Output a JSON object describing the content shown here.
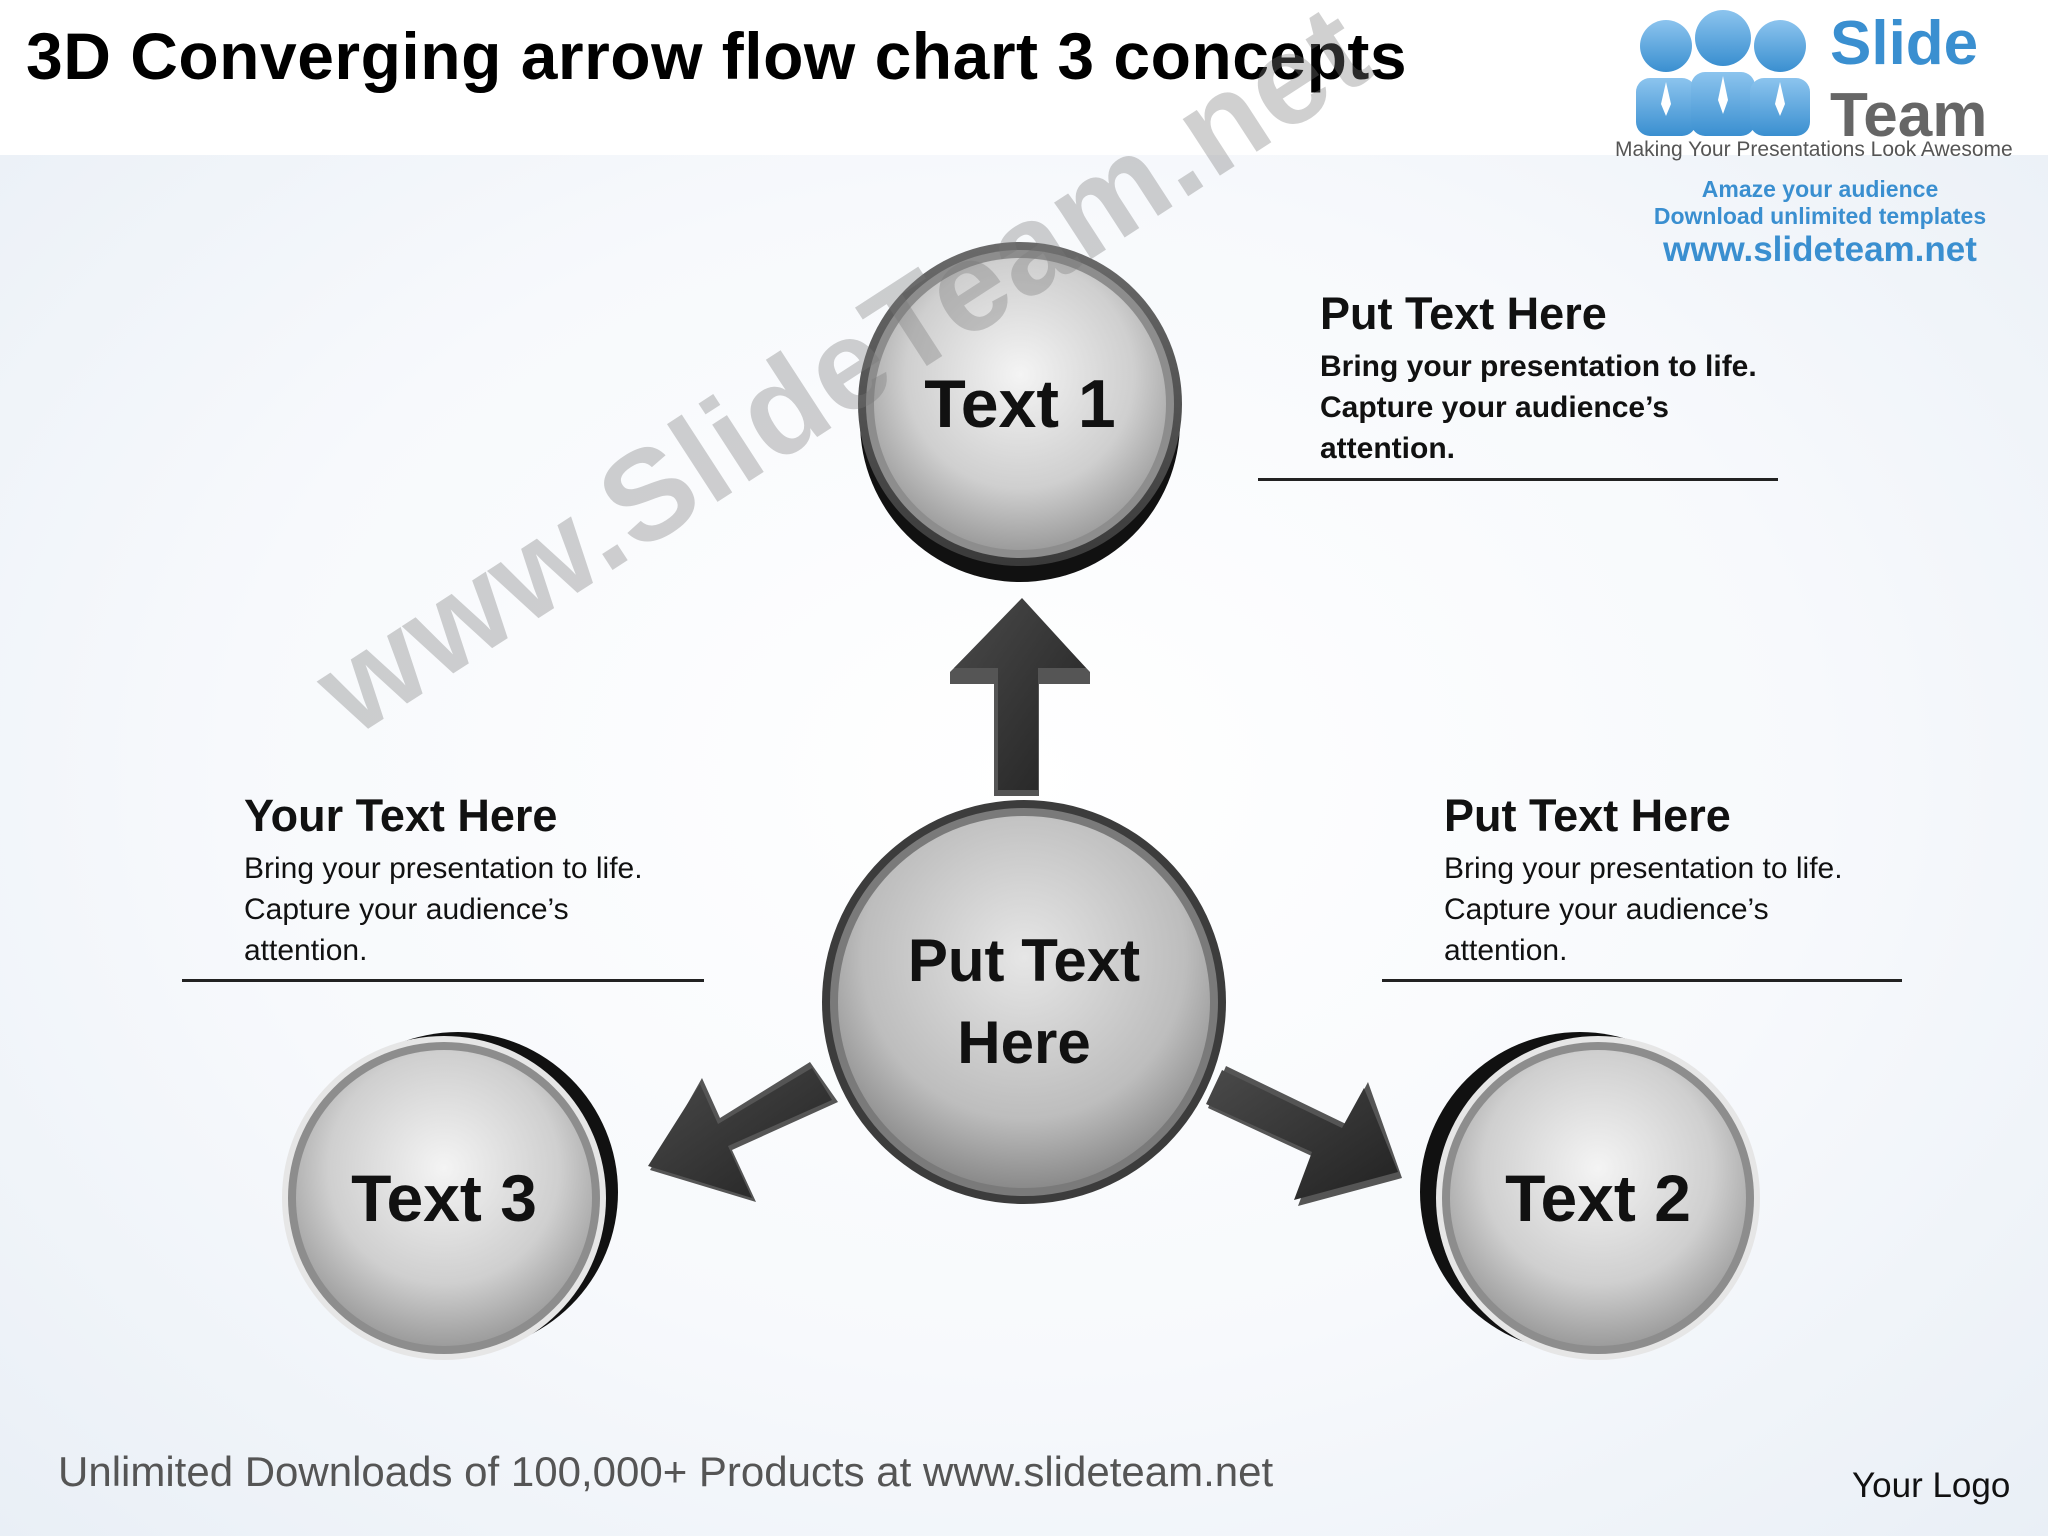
{
  "title": "3D Converging arrow flow chart 3 concepts",
  "logo": {
    "brand_top": "Slide",
    "brand_bottom": "Team",
    "tagline": "Making Your Presentations Look Awesome",
    "line1": "Amaze your audience",
    "line2": "Download unlimited templates",
    "url": "www.slideteam.net",
    "accent_color": "#3a8fd0"
  },
  "diagram": {
    "center": {
      "label": "Put Text Here"
    },
    "nodes": [
      {
        "label": "Text 1"
      },
      {
        "label": "Text 2"
      },
      {
        "label": "Text 3"
      }
    ],
    "arrows": [
      {
        "from": "Put Text Here",
        "to": "Text 1"
      },
      {
        "from": "Put Text Here",
        "to": "Text 2"
      },
      {
        "from": "Put Text Here",
        "to": "Text 3"
      }
    ]
  },
  "notes": {
    "top_right": {
      "heading": "Put Text Here",
      "body": "Bring your presentation to life.\nCapture your audience’s\nattention."
    },
    "left": {
      "heading": "Your Text Here",
      "body": "Bring your presentation to life.\nCapture your audience’s\nattention."
    },
    "right": {
      "heading": "Put Text Here",
      "body": "Bring your presentation to life.\nCapture your audience’s\nattention."
    }
  },
  "footer": "Unlimited Downloads of 100,000+ Products at www.slideteam.net",
  "your_logo": "Your Logo",
  "watermark": "www.SlideTeam.net"
}
